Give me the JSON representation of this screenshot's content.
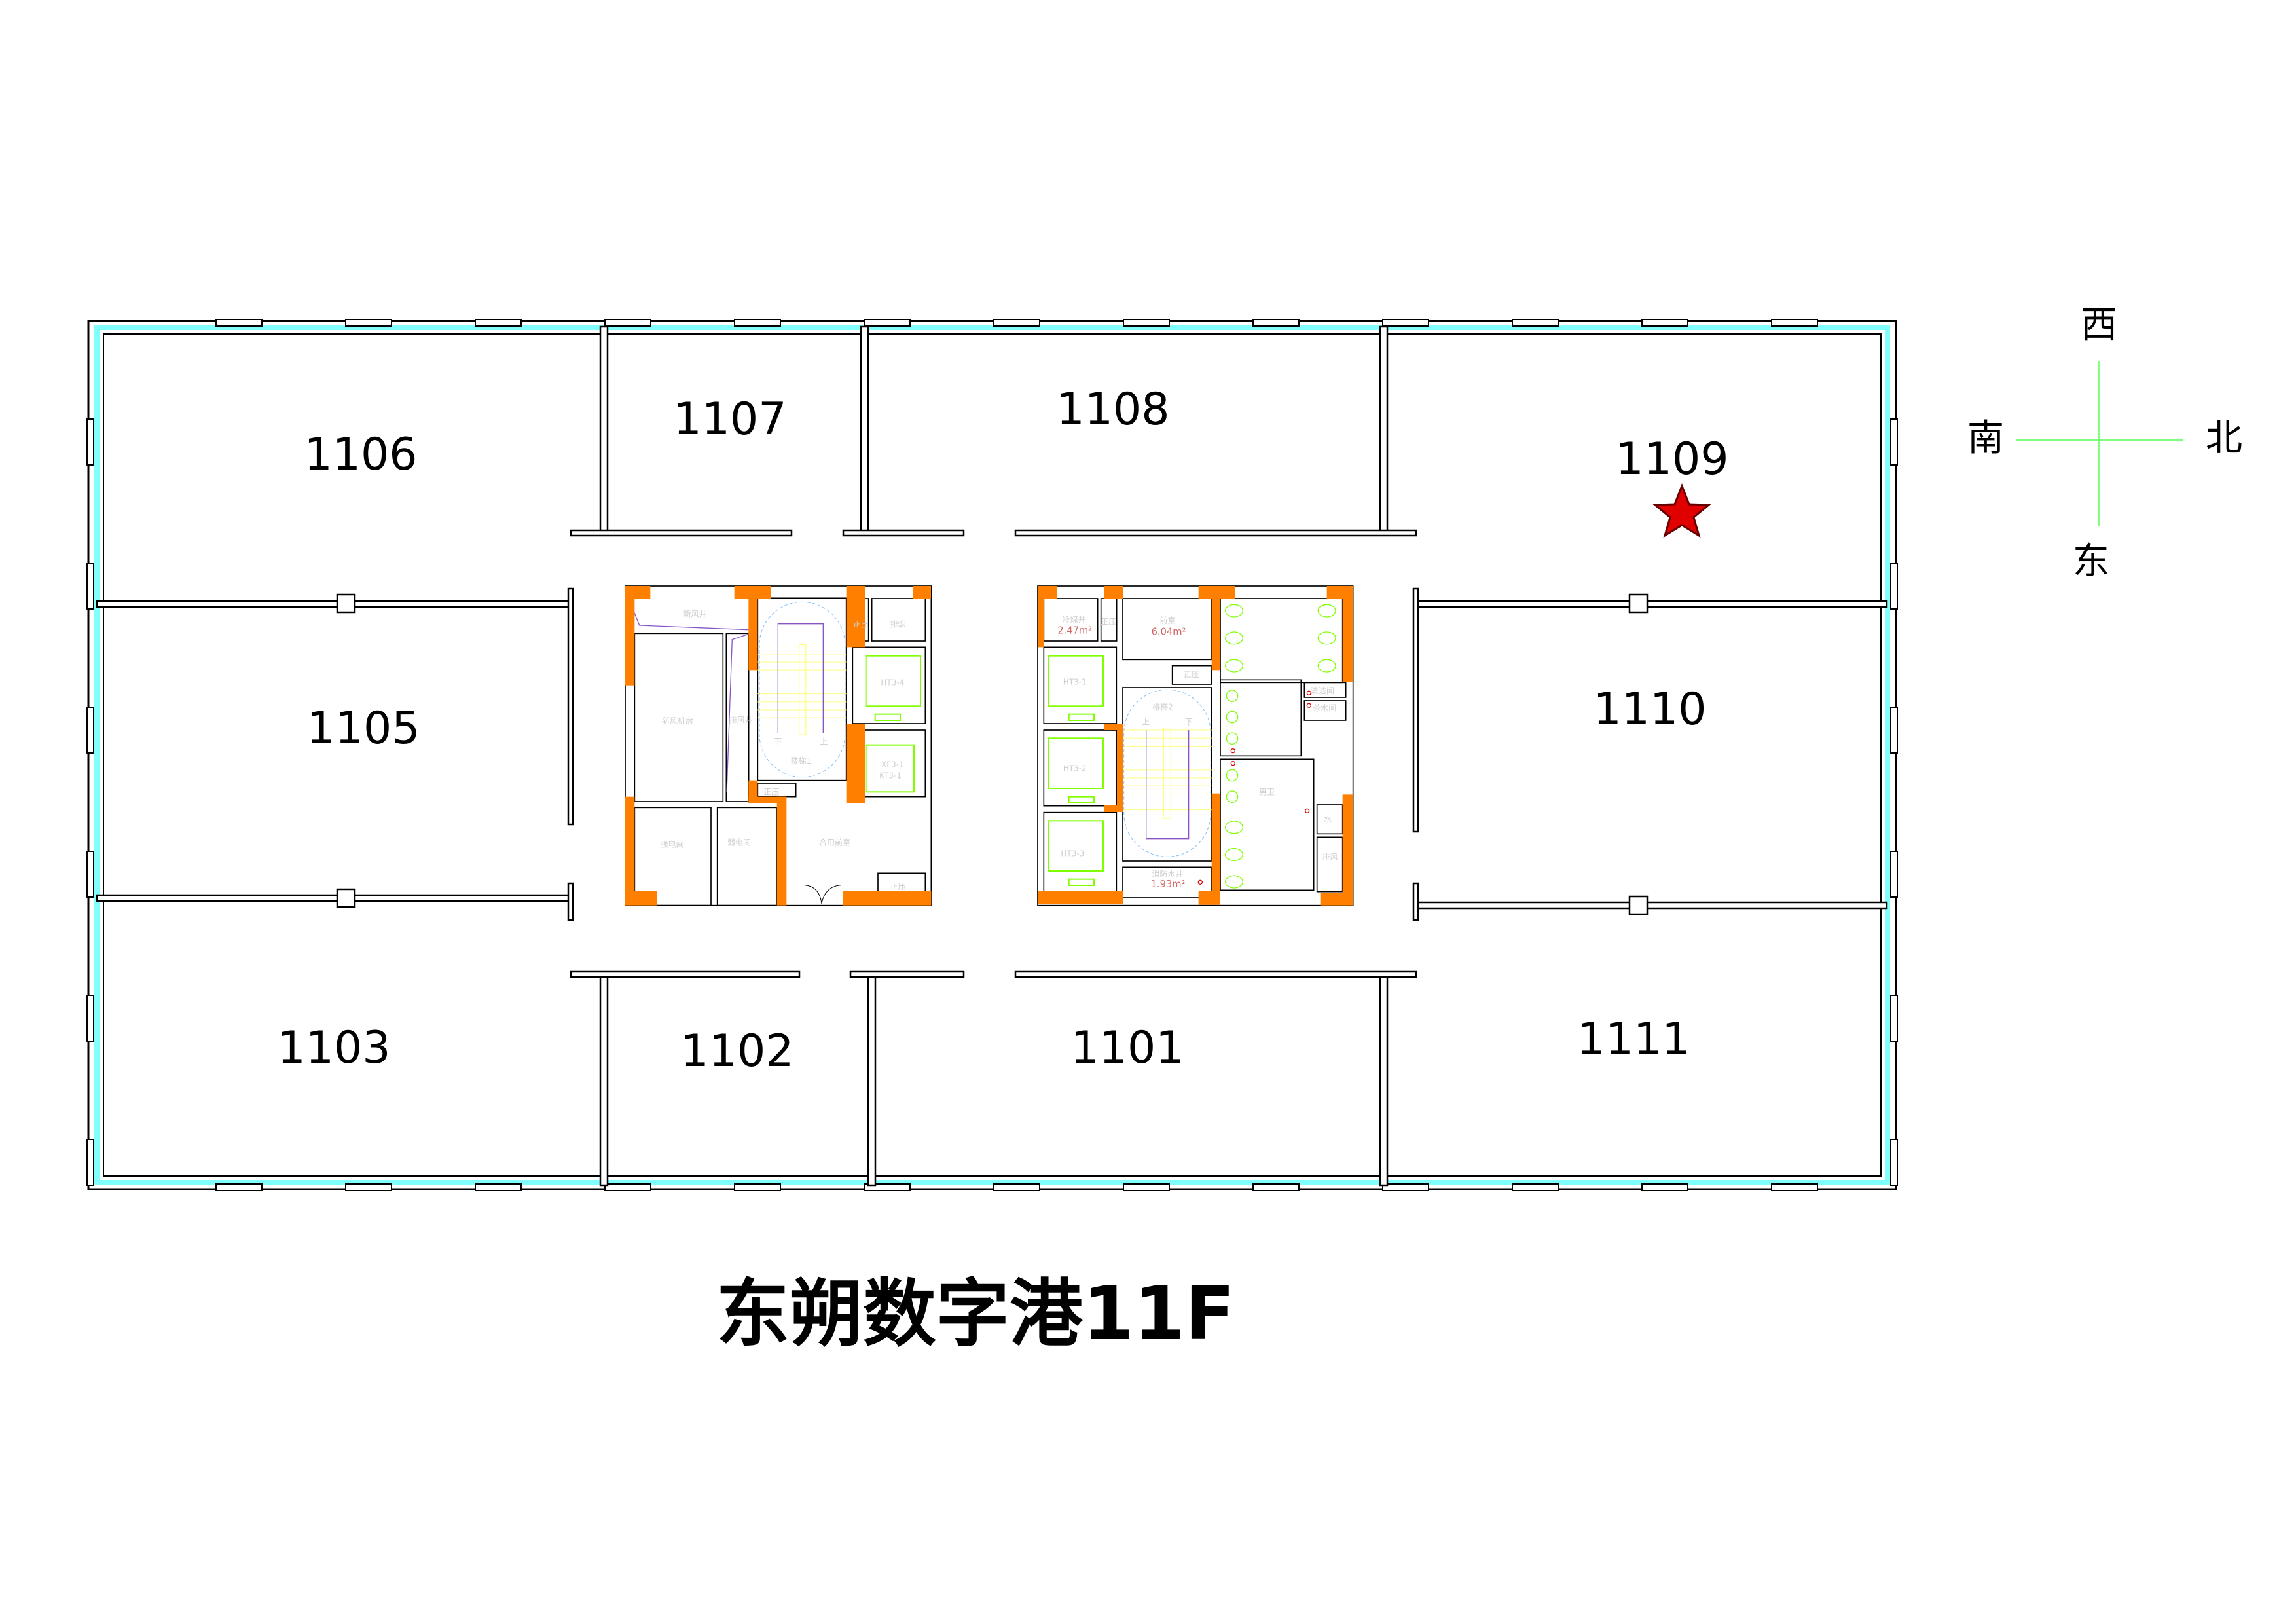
{
  "title": "东朔数字港11F",
  "rooms": {
    "r1106": "1106",
    "r1107": "1107",
    "r1108": "1108",
    "r1109": "1109",
    "r1105": "1105",
    "r1110": "1110",
    "r1103": "1103",
    "r1102": "1102",
    "r1101": "1101",
    "r1111": "1111"
  },
  "marker": {
    "room": "1109",
    "icon": "red-star-icon",
    "color": "#e00000"
  },
  "compass": {
    "west": "西",
    "south": "南",
    "north": "北",
    "east": "东",
    "color": "#80ff80"
  },
  "core_left": {
    "fresh_air_shaft": "新风井",
    "fresh_air_room": "新风机房",
    "exhaust_shaft": "排风井",
    "pressure_1": "正压",
    "smoke": "排烟",
    "elevator_1": "HT3-4",
    "elevator_2a": "XF3-1",
    "elevator_2b": "KT3-1",
    "stair": "楼梯1",
    "down": "下",
    "up": "上",
    "pressure_2": "正压",
    "pressure_3": "正压",
    "strong_elec": "强电间",
    "weak_elec": "弱电间",
    "lobby": "合用前室"
  },
  "core_right": {
    "refrigerant": "冷媒井",
    "refrigerant_area": "2.47m²",
    "pressure_1": "正压",
    "anteroom": "前室",
    "anteroom_area": "6.04m²",
    "pressure_2": "正压",
    "elevator_1": "HT3-1",
    "elevator_2": "HT3-2",
    "elevator_3": "HT3-3",
    "stair": "楼梯2",
    "up": "上",
    "down": "下",
    "fire_water": "消防水井",
    "fire_water_area": "1.93m²",
    "cleaning": "清洁间",
    "tea": "茶水间",
    "mens": "男卫",
    "water": "水",
    "exhaust": "排风"
  },
  "colors": {
    "wall": "#ff8000",
    "outer_glass": "#80ffff",
    "elevator": "#7fff00",
    "stair": "#ffff80"
  }
}
